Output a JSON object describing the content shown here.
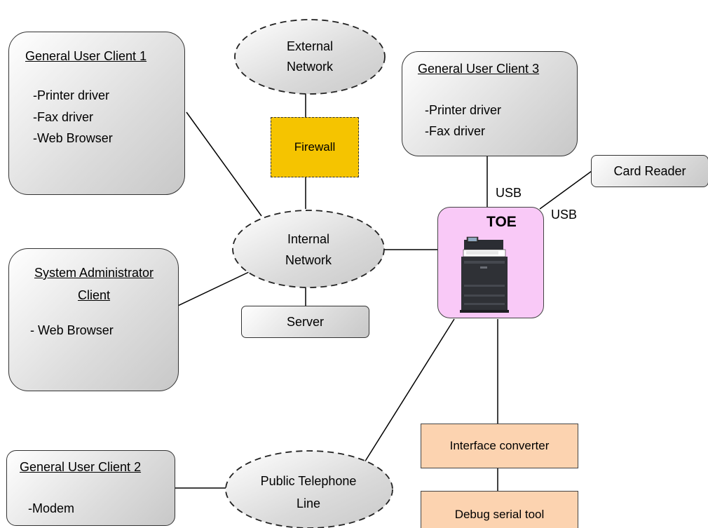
{
  "external_network": [
    "External",
    "Network"
  ],
  "firewall": "Firewall",
  "internal_network": [
    "Internal",
    "Network"
  ],
  "server": "Server",
  "public_line": [
    "Public Telephone",
    "Line"
  ],
  "client1": {
    "title": "General User Client 1",
    "items": [
      "-Printer driver",
      "-Fax driver",
      "-Web Browser"
    ]
  },
  "client2": {
    "title": "General User Client 2",
    "items": [
      "-Modem"
    ]
  },
  "client3": {
    "title": "General User Client 3",
    "items": [
      "-Printer driver",
      "-Fax driver"
    ]
  },
  "admin": {
    "title": [
      "System Administrator",
      "Client"
    ],
    "items": [
      "- Web Browser"
    ]
  },
  "card_reader": "Card Reader",
  "usb_labels": [
    "USB",
    "USB"
  ],
  "toe": "TOE",
  "interface_converter": "Interface converter",
  "debug_tool": "Debug serial tool",
  "colors": {
    "firewall": "#f5c400",
    "toe": "#f9c9f7",
    "converter": "#fcd3b0",
    "cloud": "#d9d9d9"
  }
}
